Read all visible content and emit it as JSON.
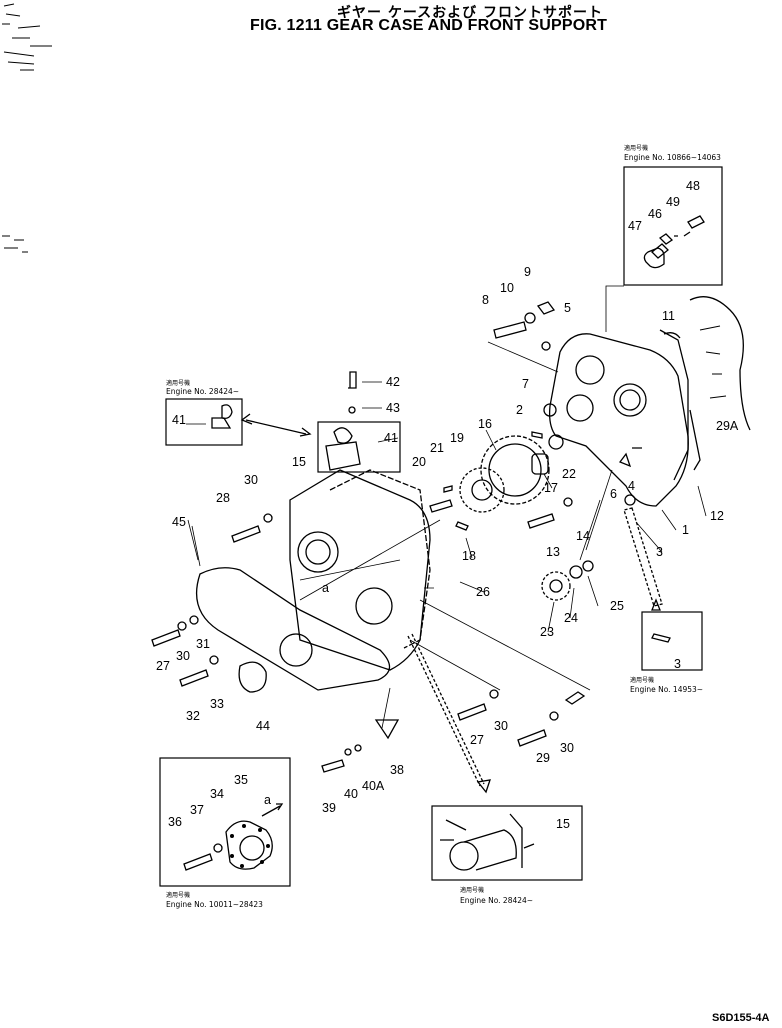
{
  "title_jp": "ギヤー ケースおよび フロントサポート",
  "title_en": "FIG. 1211  GEAR CASE AND FRONT SUPPORT",
  "drawing_code": "S6D155-4A",
  "callouts": [
    {
      "label": "1"
    },
    {
      "label": "2"
    },
    {
      "label": "3"
    },
    {
      "label": "3"
    },
    {
      "label": "4"
    },
    {
      "label": "5"
    },
    {
      "label": "6"
    },
    {
      "label": "7"
    },
    {
      "label": "8"
    },
    {
      "label": "9"
    },
    {
      "label": "10"
    },
    {
      "label": "11"
    },
    {
      "label": "12"
    },
    {
      "label": "13"
    },
    {
      "label": "14"
    },
    {
      "label": "15"
    },
    {
      "label": "15"
    },
    {
      "label": "16"
    },
    {
      "label": "17"
    },
    {
      "label": "18"
    },
    {
      "label": "19"
    },
    {
      "label": "20"
    },
    {
      "label": "21"
    },
    {
      "label": "22"
    },
    {
      "label": "23"
    },
    {
      "label": "24"
    },
    {
      "label": "25"
    },
    {
      "label": "26"
    },
    {
      "label": "27"
    },
    {
      "label": "27"
    },
    {
      "label": "28"
    },
    {
      "label": "29"
    },
    {
      "label": "29A"
    },
    {
      "label": "30"
    },
    {
      "label": "30"
    },
    {
      "label": "30"
    },
    {
      "label": "30"
    },
    {
      "label": "31"
    },
    {
      "label": "32"
    },
    {
      "label": "33"
    },
    {
      "label": "34"
    },
    {
      "label": "35"
    },
    {
      "label": "36"
    },
    {
      "label": "37"
    },
    {
      "label": "38"
    },
    {
      "label": "39"
    },
    {
      "label": "40"
    },
    {
      "label": "40A"
    },
    {
      "label": "41"
    },
    {
      "label": "41"
    },
    {
      "label": "42"
    },
    {
      "label": "43"
    },
    {
      "label": "44"
    },
    {
      "label": "45"
    },
    {
      "label": "46"
    },
    {
      "label": "47"
    },
    {
      "label": "48"
    },
    {
      "label": "49"
    },
    {
      "label": "a"
    },
    {
      "label": "a"
    }
  ],
  "insets": [
    {
      "jp": "適用号機",
      "engine": "Engine No. 10866~14063"
    },
    {
      "jp": "適用号機",
      "engine": "Engine No. 28424~"
    },
    {
      "jp": "適用号機",
      "engine": "Engine No. 14953~"
    },
    {
      "jp": "適用号機",
      "engine": "Engine No. 10011~28423"
    },
    {
      "jp": "適用号機",
      "engine": "Engine No. 28424~"
    }
  ]
}
